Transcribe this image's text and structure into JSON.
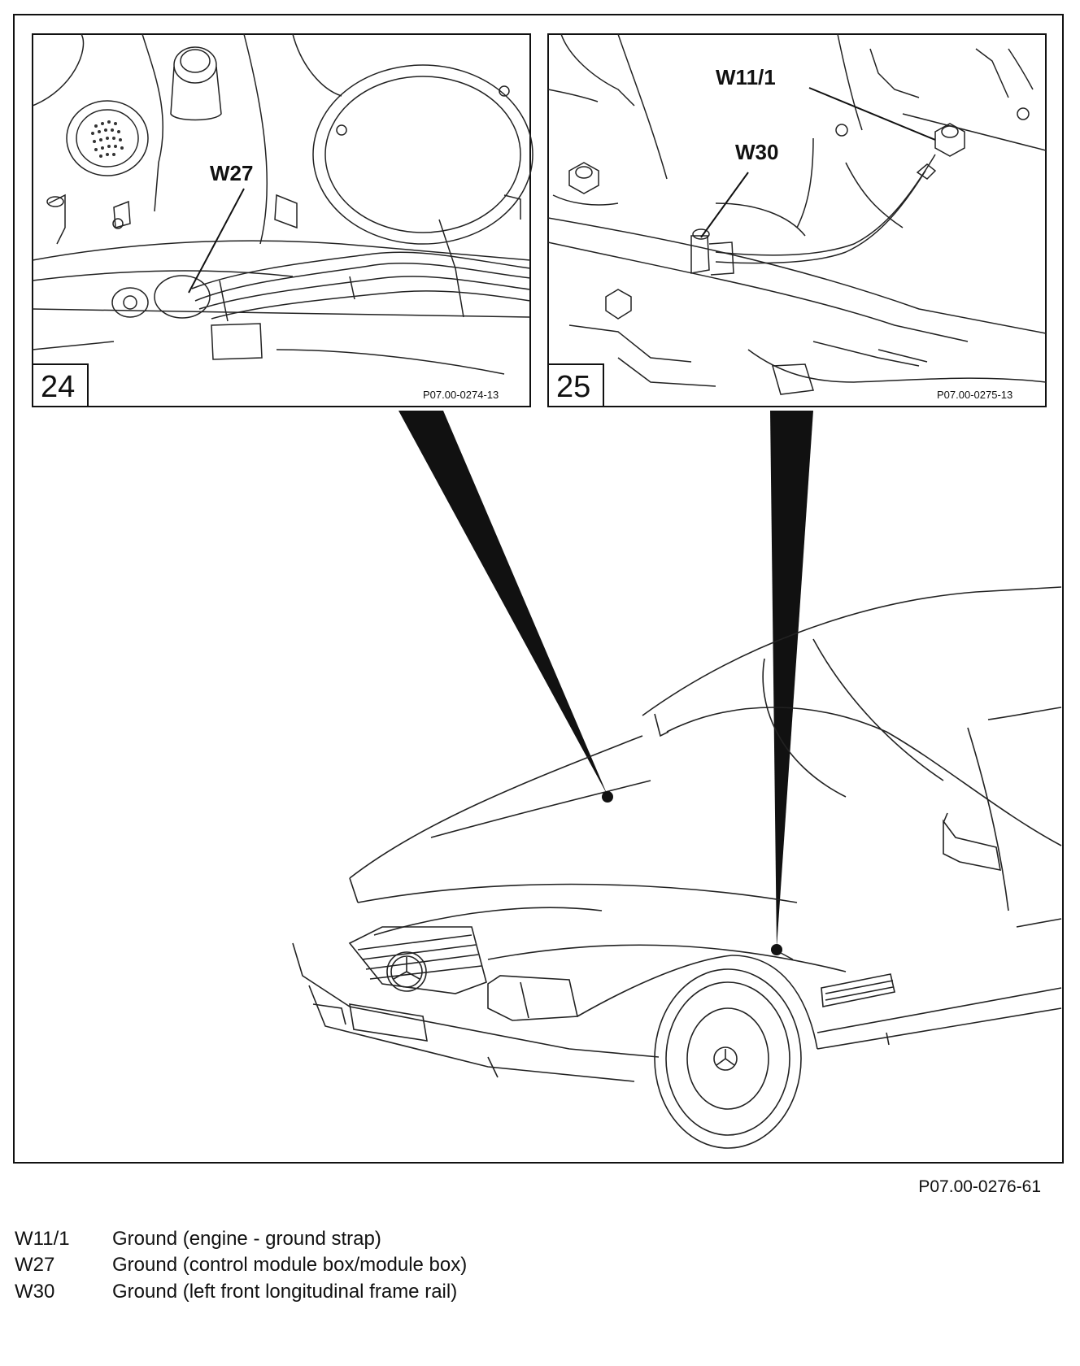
{
  "figure": {
    "code": "P07.00-0276-61",
    "insets": [
      {
        "number": "24",
        "code": "P07.00-0274-13",
        "callouts": [
          "W27"
        ]
      },
      {
        "number": "25",
        "code": "P07.00-0275-13",
        "callouts": [
          "W11/1",
          "W30"
        ]
      }
    ]
  },
  "legend": [
    {
      "code": "W11/1",
      "text": "Ground (engine - ground strap)"
    },
    {
      "code": "W27",
      "text": "Ground (control module box/module box)"
    },
    {
      "code": "W30",
      "text": "Ground (left front longitudinal frame rail)"
    }
  ]
}
